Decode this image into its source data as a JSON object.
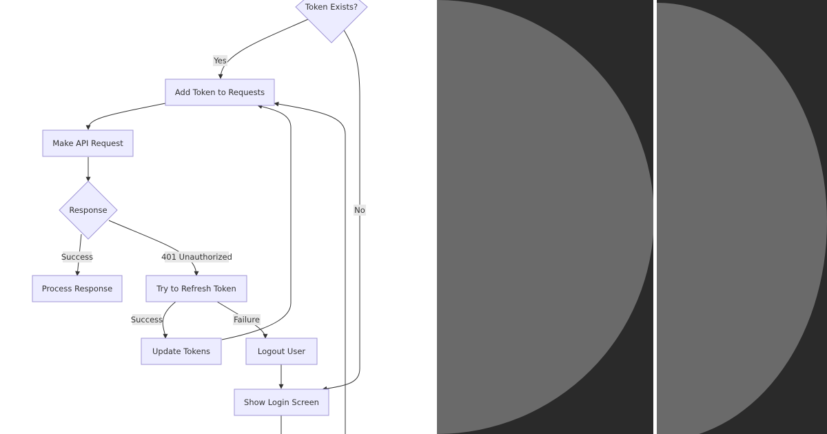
{
  "theme": {
    "node_fill": "#ececff",
    "node_stroke": "#9f94d6",
    "edge_color": "#333333",
    "label_bg": "#e8e8e8",
    "dark_panel": "#2a2a2a",
    "gray_circle": "#6a6a6a",
    "divider": "#ffffff"
  },
  "nodes": {
    "token_exists": "Token Exists?",
    "add_token": "Add Token to Requests",
    "make_request": "Make API Request",
    "response": "Response",
    "process_response": "Process Response",
    "try_refresh": "Try to Refresh Token",
    "update_tokens": "Update Tokens",
    "logout_user": "Logout User",
    "show_login": "Show Login Screen"
  },
  "edge_labels": {
    "yes": "Yes",
    "no": "No",
    "success_response": "Success",
    "unauthorized": "401 Unauthorized",
    "success_refresh": "Success",
    "failure": "Failure"
  }
}
